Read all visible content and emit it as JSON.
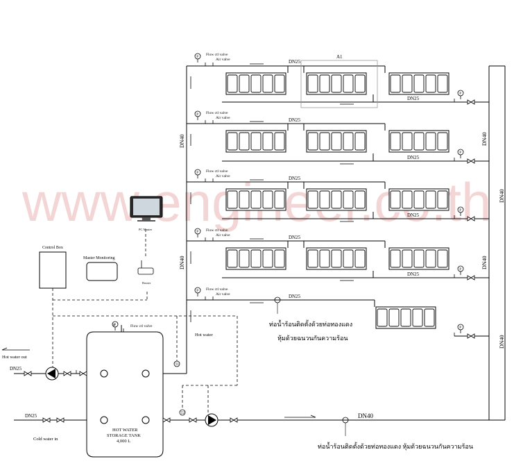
{
  "watermark": "www.engineer.co.th",
  "labels": {
    "flow_ctl_valve": "Flow ctl valve",
    "air_valve": "Air valve",
    "dn25": "DN25",
    "dn40": "DN40",
    "a1": "A1",
    "hot_water": "Hot water",
    "hot_water_out": "Hot water out",
    "cold_water_in": "Cold water in",
    "control_box": "Control Box",
    "master_monitoring": "Master Monitoring",
    "pc_master": "PC Master",
    "router": "Router",
    "tank_line1": "HOT WATER",
    "tank_line2": "STORAGE TANK",
    "tank_line3": "4,000 L",
    "p_symbol": "P",
    "t1": "T1",
    "t2": "T2"
  },
  "thai_notes": {
    "upper_line1": "ท่อน้ำร้อนติดตั้งด้วยท่อทองแดง",
    "upper_line2": "หุ้มด้วยฉนวนกันความร้อน",
    "lower_line": "ท่อน้ำร้อนติดตั้งด้วยท่อทองแดง หุ้มด้วยฉนวนกันความร้อน"
  },
  "colors": {
    "line": "#000000",
    "watermark": "#e7a3a3",
    "group_box": "#9a9a9a"
  }
}
